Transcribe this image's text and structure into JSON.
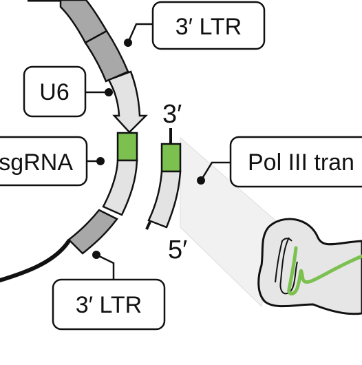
{
  "labels": {
    "ltr_top": "3′ LTR",
    "u6": "U6",
    "sgrna": "sgRNA",
    "ltr_bottom": "3′ LTR",
    "pol3": "Pol III tran"
  },
  "ends": {
    "three_prime": "3′",
    "five_prime": "5′"
  },
  "colors": {
    "ltr": "#a8a8a8",
    "u6_promoter": "#e3e3e3",
    "sgrna_green": "#7cc150",
    "sgrna_body": "#e3e3e3",
    "backbone": "#111111",
    "cone": "#f0f0f0",
    "polymerase": "#e6e6e6"
  }
}
